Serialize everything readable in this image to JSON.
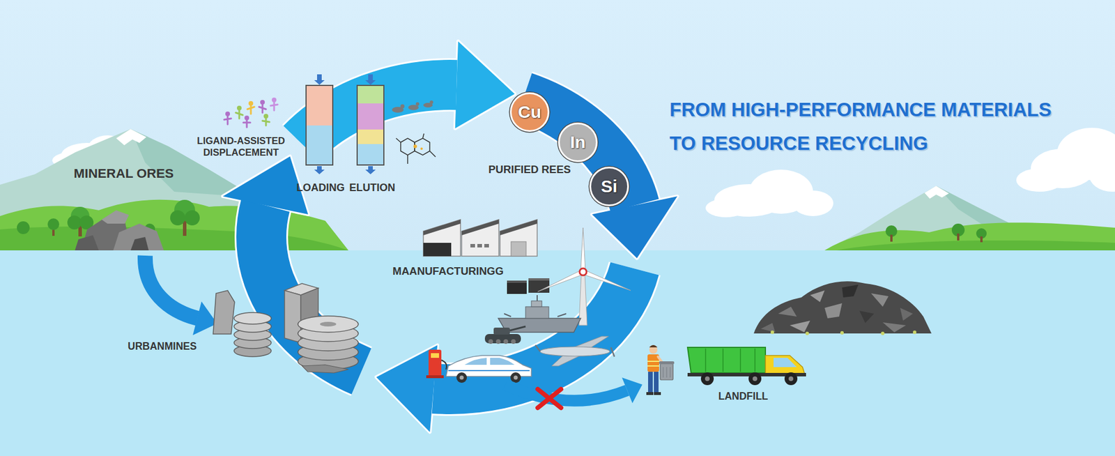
{
  "diagram": {
    "title": "FROM HIGH-PERFORMANCE MATERIALS TO RESOURCE RECYCLING",
    "nodes": [
      {
        "text": [
          "Cu"
        ]
      },
      {
        "text": [
          "In"
        ]
      },
      {
        "text": [
          "Si"
        ]
      }
    ],
    "labels": [
      "MINERAL ORES",
      "LIGAND-ASSISTED DISPLACEMENT",
      "LOADING",
      "ELUTION",
      "PURIFIED REES",
      "MAANUFACTURINGG",
      "URBANMINES",
      "LANDFILL"
    ]
  }
}
